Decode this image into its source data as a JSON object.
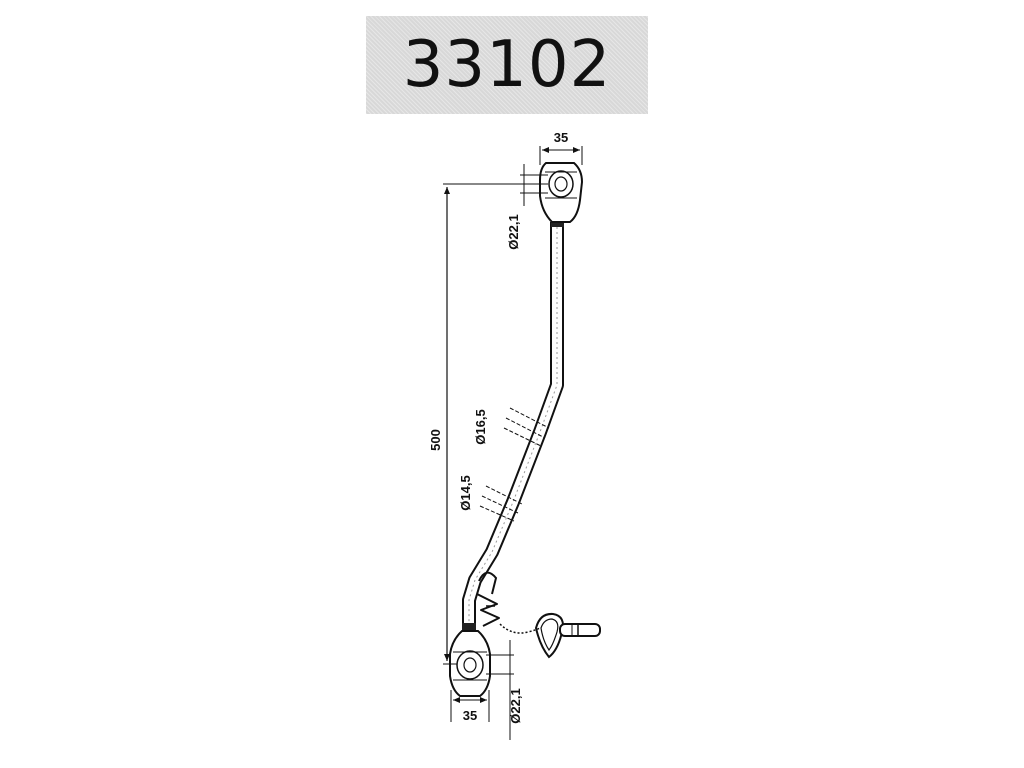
{
  "title": {
    "part_number": "33102"
  },
  "dimensions": {
    "top_width": "35",
    "top_diameter": "Ø22,1",
    "length": "500",
    "diameter_upper": "Ø16,5",
    "diameter_lower": "Ø14,5",
    "bottom_width": "35",
    "bottom_diameter": "Ø22,1"
  }
}
